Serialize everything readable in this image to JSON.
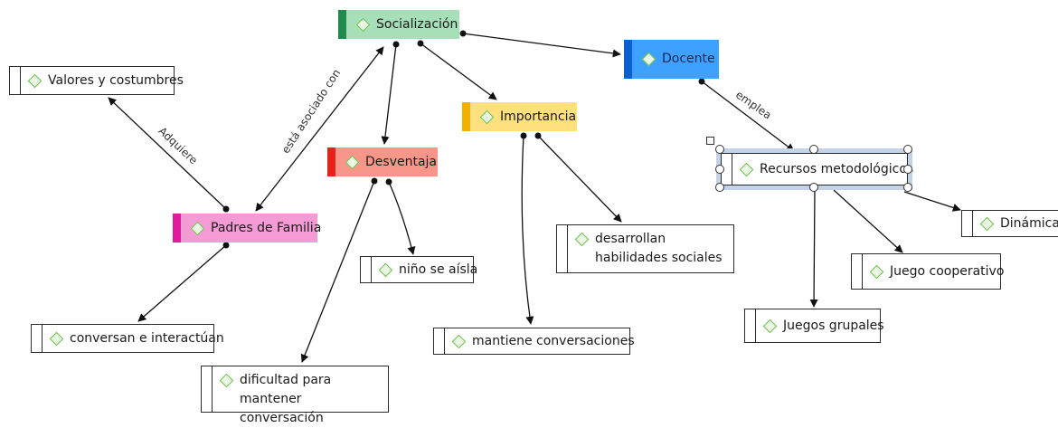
{
  "nodes": {
    "socializacion": "Socialización",
    "docente": "Docente",
    "importancia": "Importancia",
    "desventaja": "Desventaja",
    "padres": "Padres de Familia",
    "valores": "Valores y costumbres",
    "conversan": "conversan e interactúan",
    "dificultad": "dificultad para mantener conversación",
    "aisla": "niño se aísla",
    "mantiene": "mantiene conversaciones",
    "habilidades": "desarrollan habilidades sociales",
    "recursos": "Recursos metodológicos",
    "dinamicas": "Dinámicas",
    "cooperativo": "Juego cooperativo",
    "grupales": "Juegos grupales"
  },
  "edge_labels": {
    "esta_asociado": "está asociado con",
    "adquiere": "Adquiere",
    "emplea": "emplea"
  },
  "colors": {
    "socializacion": "#a6dfb8",
    "docente": "#3ea0ff",
    "importancia": "#ffe07e",
    "desventaja": "#f8968a",
    "padres": "#f49bd6",
    "node_icon": "#6abf4b"
  },
  "selected_node": "recursos"
}
